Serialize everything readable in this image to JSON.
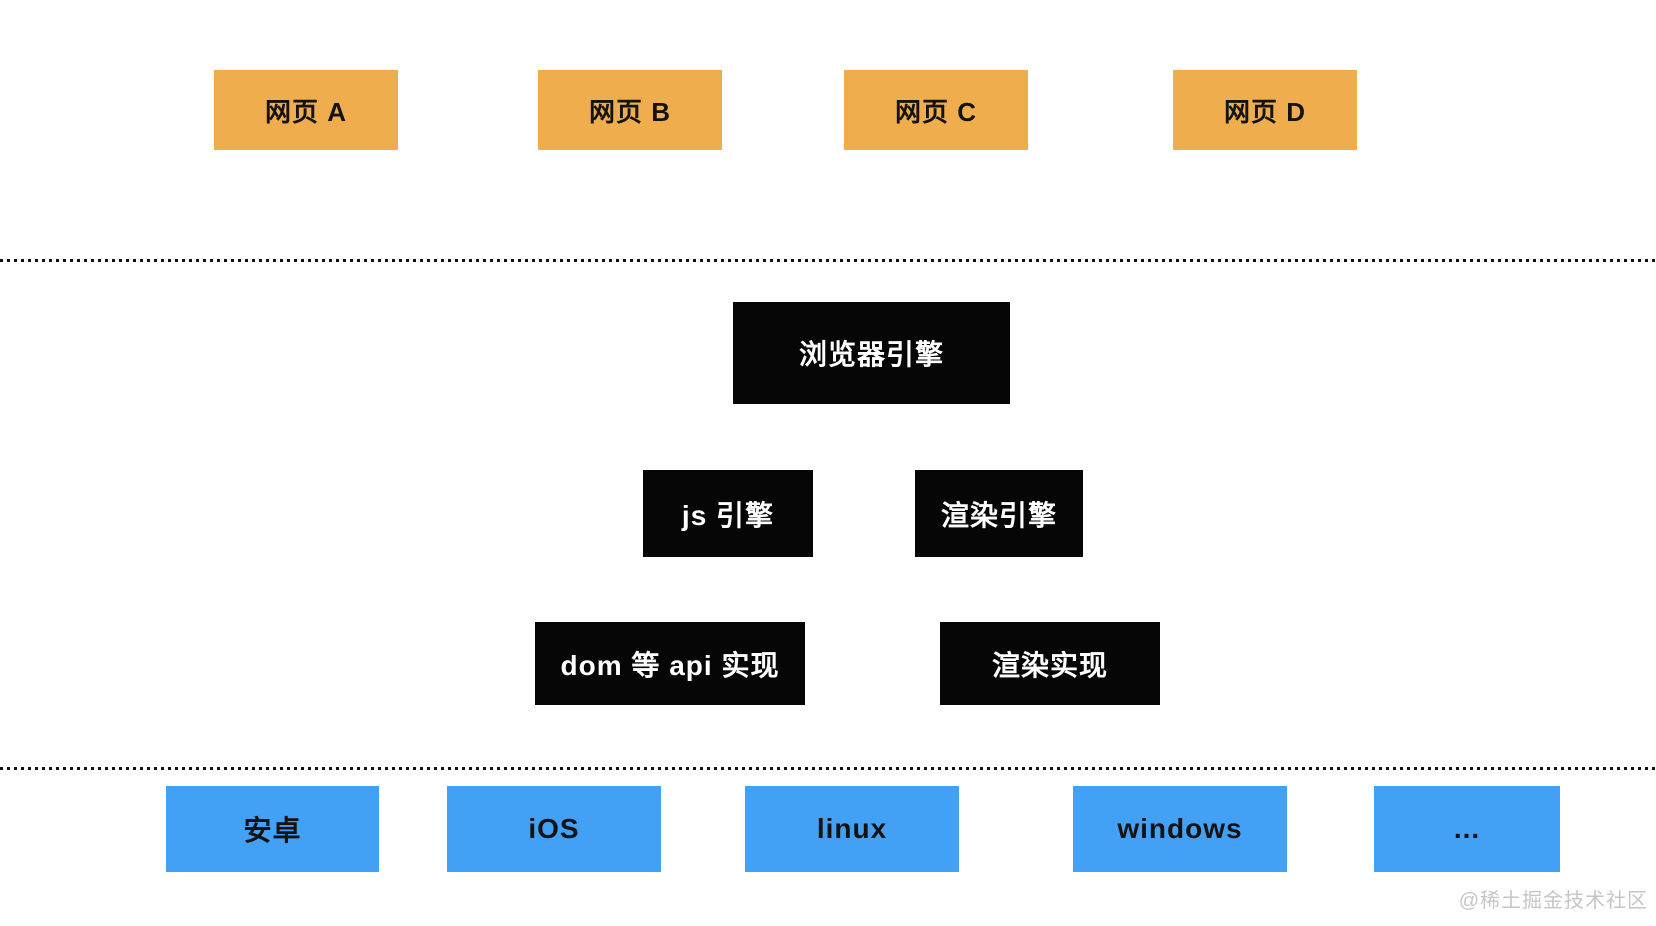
{
  "diagram": {
    "webpages": [
      {
        "label": "网页 A"
      },
      {
        "label": "网页 B"
      },
      {
        "label": "网页 C"
      },
      {
        "label": "网页 D"
      }
    ],
    "browser_engine": {
      "label": "浏览器引擎"
    },
    "sub_engines": [
      {
        "label": "js 引擎"
      },
      {
        "label": "渲染引擎"
      }
    ],
    "implementations": [
      {
        "label": "dom 等 api 实现"
      },
      {
        "label": "渲染实现"
      }
    ],
    "os_platforms": [
      {
        "label": "安卓"
      },
      {
        "label": "iOS"
      },
      {
        "label": "linux"
      },
      {
        "label": "windows"
      },
      {
        "label": "..."
      }
    ]
  },
  "watermark": {
    "label": "@稀土掘金技术社区"
  },
  "colors": {
    "webpage_box": "#F0AD4E",
    "engine_box": "#060606",
    "engine_text": "#FFFFFF",
    "os_box": "#42A0F5",
    "separator_dots": "#111111",
    "watermark_text": "#C6C6C6",
    "background": "#FFFFFF"
  }
}
